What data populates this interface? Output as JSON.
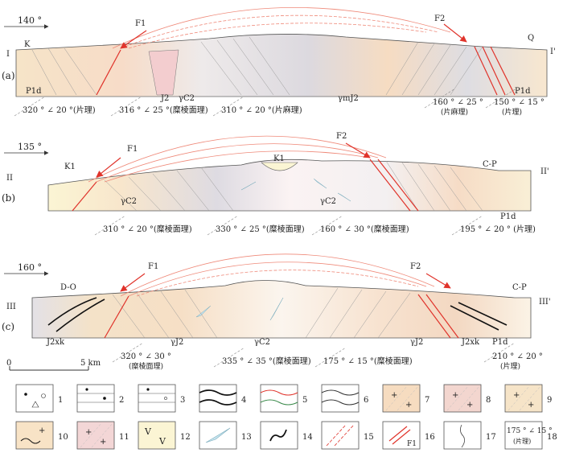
{
  "sections": [
    {
      "panel": "(a)",
      "roman": "I",
      "roman_end": "I'",
      "trend": "140 °",
      "fault_left": "F1",
      "fault_right": "F2",
      "units": [
        {
          "text": "K"
        },
        {
          "text": "P1d"
        },
        {
          "text": "J2"
        },
        {
          "text": "γC2"
        },
        {
          "text": "γmJ2"
        },
        {
          "text": "Q"
        },
        {
          "text": "P1d"
        }
      ],
      "attitudes": [
        {
          "text": "320 ° ∠ 20 °(片理)"
        },
        {
          "text": "316 ° ∠ 25 °(糜棱面理)"
        },
        {
          "text": "310 ° ∠ 20 °(片麻理)"
        },
        {
          "text": "160 ° ∠ 25 °",
          "sub": "(片麻理)"
        },
        {
          "text": "150 ° ∠ 15 °",
          "sub": "(片理)"
        }
      ]
    },
    {
      "panel": "(b)",
      "roman": "II",
      "roman_end": "II'",
      "trend": "135 °",
      "fault_left": "F1",
      "fault_right": "F2",
      "units": [
        {
          "text": "K1"
        },
        {
          "text": "γC2"
        },
        {
          "text": "K1"
        },
        {
          "text": "γC2"
        },
        {
          "text": "C-P"
        },
        {
          "text": "P1d"
        }
      ],
      "attitudes": [
        {
          "text": "310 ° ∠ 20 °(糜棱面理)"
        },
        {
          "text": "330 ° ∠ 25 °(糜棱面理)"
        },
        {
          "text": "160 ° ∠ 30 °(糜棱面理)"
        },
        {
          "text": "195 ° ∠ 20 ° (片理)"
        }
      ]
    },
    {
      "panel": "(c)",
      "roman": "III",
      "roman_end": "III'",
      "trend": "160 °",
      "fault_left": "F1",
      "fault_right": "F2",
      "units": [
        {
          "text": "D-O"
        },
        {
          "text": "J2xk"
        },
        {
          "text": "γJ2"
        },
        {
          "text": "γC2"
        },
        {
          "text": "γJ2"
        },
        {
          "text": "C-P"
        },
        {
          "text": "J2xk"
        },
        {
          "text": "P1d"
        }
      ],
      "attitudes": [
        {
          "text": "320 ° ∠ 30 °",
          "sub": "(糜棱面理)"
        },
        {
          "text": "335 ° ∠ 35 °(糜棱面理)"
        },
        {
          "text": "175 ° ∠ 15 °(糜棱面理)"
        },
        {
          "text": "210 ° ∠ 20 °",
          "sub": "(片理)"
        }
      ]
    }
  ],
  "scale_bar": {
    "start": "0",
    "end": "5 km"
  },
  "legend": [
    {
      "number": "1"
    },
    {
      "number": "2"
    },
    {
      "number": "3"
    },
    {
      "number": "4"
    },
    {
      "number": "5"
    },
    {
      "number": "6"
    },
    {
      "number": "7"
    },
    {
      "number": "8"
    },
    {
      "number": "9"
    },
    {
      "number": "10"
    },
    {
      "number": "11"
    },
    {
      "number": "12"
    },
    {
      "number": "13"
    },
    {
      "number": "14"
    },
    {
      "number": "15"
    },
    {
      "number": "16",
      "label": "F1"
    },
    {
      "number": "17"
    },
    {
      "number": "18",
      "label": "175 ° ∠ 15 °",
      "sub": "(片理)"
    }
  ],
  "colors": {
    "fault_red": "#e0332b",
    "arc_red": "#ef8a7a",
    "granite_pink": "#f3d6cf",
    "granite_orange": "#f6dcc0",
    "cretaceous_yellow": "#fbf5d4",
    "schist_grey": "#dcdbe0",
    "xenolith_blue": "#c9e6f0"
  }
}
